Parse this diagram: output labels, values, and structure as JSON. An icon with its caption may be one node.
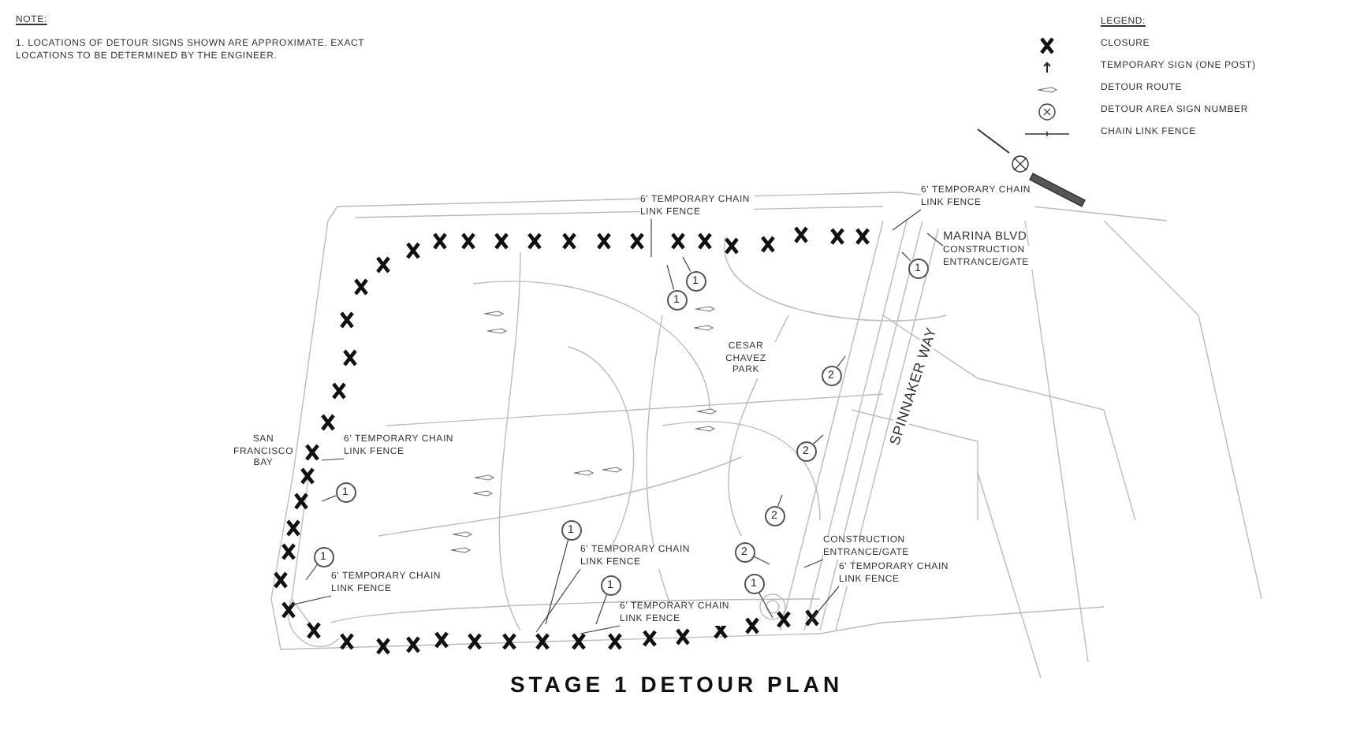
{
  "diagram": {
    "title": "STAGE 1 DETOUR PLAN",
    "nodes": [
      {
        "text": [
          "6' TEMPORARY CHAIN LINK FENCE"
        ]
      },
      {
        "text": [
          "1"
        ]
      },
      {
        "text": [
          "1"
        ]
      },
      {
        "text": [
          "6' TEMPORARY CHAIN LINK FENCE"
        ]
      },
      {
        "text": [
          "CONSTRUCTION ENTRANCE/GATE"
        ]
      },
      {
        "text": [
          "1"
        ]
      },
      {
        "text": [
          "2"
        ]
      },
      {
        "text": [
          "2"
        ]
      },
      {
        "text": [
          "6' TEMPORARY CHAIN LINK FENCE"
        ]
      },
      {
        "text": [
          "1"
        ]
      },
      {
        "text": [
          "1"
        ]
      },
      {
        "text": [
          "6' TEMPORARY CHAIN LINK FENCE"
        ]
      },
      {
        "text": [
          "1"
        ]
      },
      {
        "text": [
          "6' TEMPORARY CHAIN LINK FENCE"
        ]
      },
      {
        "text": [
          "1"
        ]
      },
      {
        "text": [
          "6' TEMPORARY CHAIN LINK FENCE"
        ]
      },
      {
        "text": [
          "2"
        ]
      },
      {
        "text": [
          "2"
        ]
      },
      {
        "text": [
          "CONSTRUCTION ENTRANCE/GATE"
        ]
      },
      {
        "text": [
          "6' TEMPORARY CHAIN LINK FENCE"
        ]
      },
      {
        "text": [
          "1"
        ]
      }
    ],
    "edges": [
      {
        "from": 0,
        "to": null,
        "arrow": "none"
      },
      {
        "from": 1,
        "to": null,
        "arrow": "none"
      },
      {
        "from": 2,
        "to": null,
        "arrow": "none"
      },
      {
        "from": 3,
        "to": null,
        "arrow": "none"
      },
      {
        "from": 4,
        "to": null,
        "arrow": "none"
      },
      {
        "from": 5,
        "to": null,
        "arrow": "none"
      },
      {
        "from": 6,
        "to": null,
        "arrow": "none"
      },
      {
        "from": 7,
        "to": null,
        "arrow": "none"
      },
      {
        "from": 8,
        "to": null,
        "arrow": "none"
      },
      {
        "from": 9,
        "to": null,
        "arrow": "none"
      },
      {
        "from": 10,
        "to": null,
        "arrow": "none"
      },
      {
        "from": 11,
        "to": null,
        "arrow": "none"
      },
      {
        "from": 12,
        "to": null,
        "arrow": "none"
      },
      {
        "from": 13,
        "to": null,
        "arrow": "none"
      },
      {
        "from": 14,
        "to": null,
        "arrow": "none"
      },
      {
        "from": 15,
        "to": null,
        "arrow": "none"
      },
      {
        "from": 16,
        "to": null,
        "arrow": "none"
      },
      {
        "from": 17,
        "to": null,
        "arrow": "none"
      },
      {
        "from": 18,
        "to": null,
        "arrow": "none"
      },
      {
        "from": 19,
        "to": null,
        "arrow": "none"
      },
      {
        "from": 20,
        "to": null,
        "arrow": "none"
      }
    ],
    "labels": [
      "NOTE:",
      "1. LOCATIONS OF DETOUR SIGNS SHOWN ARE APPROXIMATE. EXACT LOCATIONS TO BE DETERMINED BY THE ENGINEER.",
      "LEGEND:",
      "MARINA BLVD",
      "CESAR CHAVEZ PARK",
      "SAN FRANCISCO BAY",
      "SPINNAKER WAY"
    ],
    "legend": [
      {
        "text": "CLOSURE"
      },
      {
        "text": "TEMPORARY SIGN (ONE POST)"
      },
      {
        "text": "DETOUR ROUTE"
      },
      {
        "text": "DETOUR AREA SIGN NUMBER"
      },
      {
        "text": "CHAIN LINK FENCE"
      }
    ]
  }
}
